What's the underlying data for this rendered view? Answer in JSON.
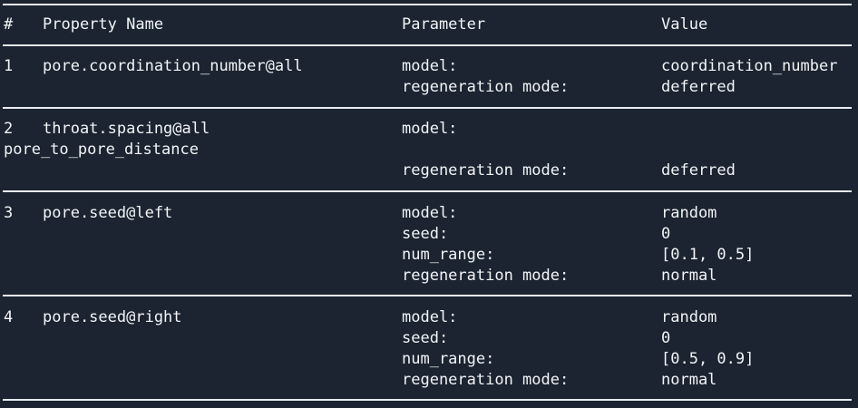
{
  "header": {
    "index": "#",
    "property_name": "Property Name",
    "parameter": "Parameter",
    "value": "Value"
  },
  "rows": [
    {
      "index": "1",
      "property": "pore.coordination_number@all",
      "params": [
        {
          "name": "model:",
          "value": "coordination_number"
        },
        {
          "name": "regeneration mode:",
          "value": "deferred"
        }
      ]
    },
    {
      "index": "2",
      "property": "throat.spacing@all",
      "wrapped_value": "pore_to_pore_distance",
      "params": [
        {
          "name": "model:",
          "value": ""
        },
        {
          "name": "regeneration mode:",
          "value": "deferred"
        }
      ]
    },
    {
      "index": "3",
      "property": "pore.seed@left",
      "params": [
        {
          "name": "model:",
          "value": "random"
        },
        {
          "name": "seed:",
          "value": "0"
        },
        {
          "name": "num_range:",
          "value": "[0.1, 0.5]"
        },
        {
          "name": "regeneration mode:",
          "value": "normal"
        }
      ]
    },
    {
      "index": "4",
      "property": "pore.seed@right",
      "params": [
        {
          "name": "model:",
          "value": "random"
        },
        {
          "name": "seed:",
          "value": "0"
        },
        {
          "name": "num_range:",
          "value": "[0.5, 0.9]"
        },
        {
          "name": "regeneration mode:",
          "value": "normal"
        }
      ]
    }
  ]
}
